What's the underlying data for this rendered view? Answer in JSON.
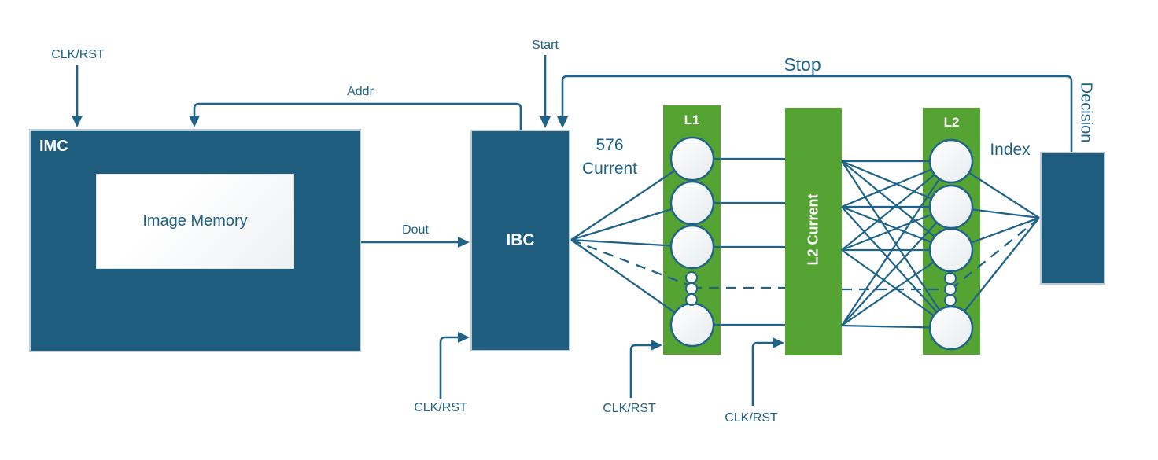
{
  "diagram": {
    "title_none": "",
    "colors": {
      "block_teal": "#1e5d7d",
      "block_green": "#55a333",
      "wire": "#1f6488",
      "text": "#1f6285",
      "neuron_fill": "#ffffff",
      "background": "#ffffff"
    },
    "blocks": {
      "imc": {
        "label": "IMC"
      },
      "image_memory": {
        "label": "Image Memory"
      },
      "ibc": {
        "label": "IBC"
      },
      "l1_column": {
        "label": "L1"
      },
      "l2_current_column": {
        "label": "L2 Current"
      },
      "l2_column": {
        "label": "L2"
      },
      "decision_block": {
        "label": ""
      }
    },
    "signals": {
      "clk_rst": "CLK/RST",
      "addr": "Addr",
      "dout": "Dout",
      "start": "Start",
      "stop": "Stop",
      "bus_576": "576",
      "bus_current": "Current",
      "index": "Index",
      "decision": "Decision"
    },
    "structure": {
      "l1_visible_neurons": 4,
      "l2_visible_neurons": 4,
      "ellipsis_dots_per_column": 3
    }
  }
}
